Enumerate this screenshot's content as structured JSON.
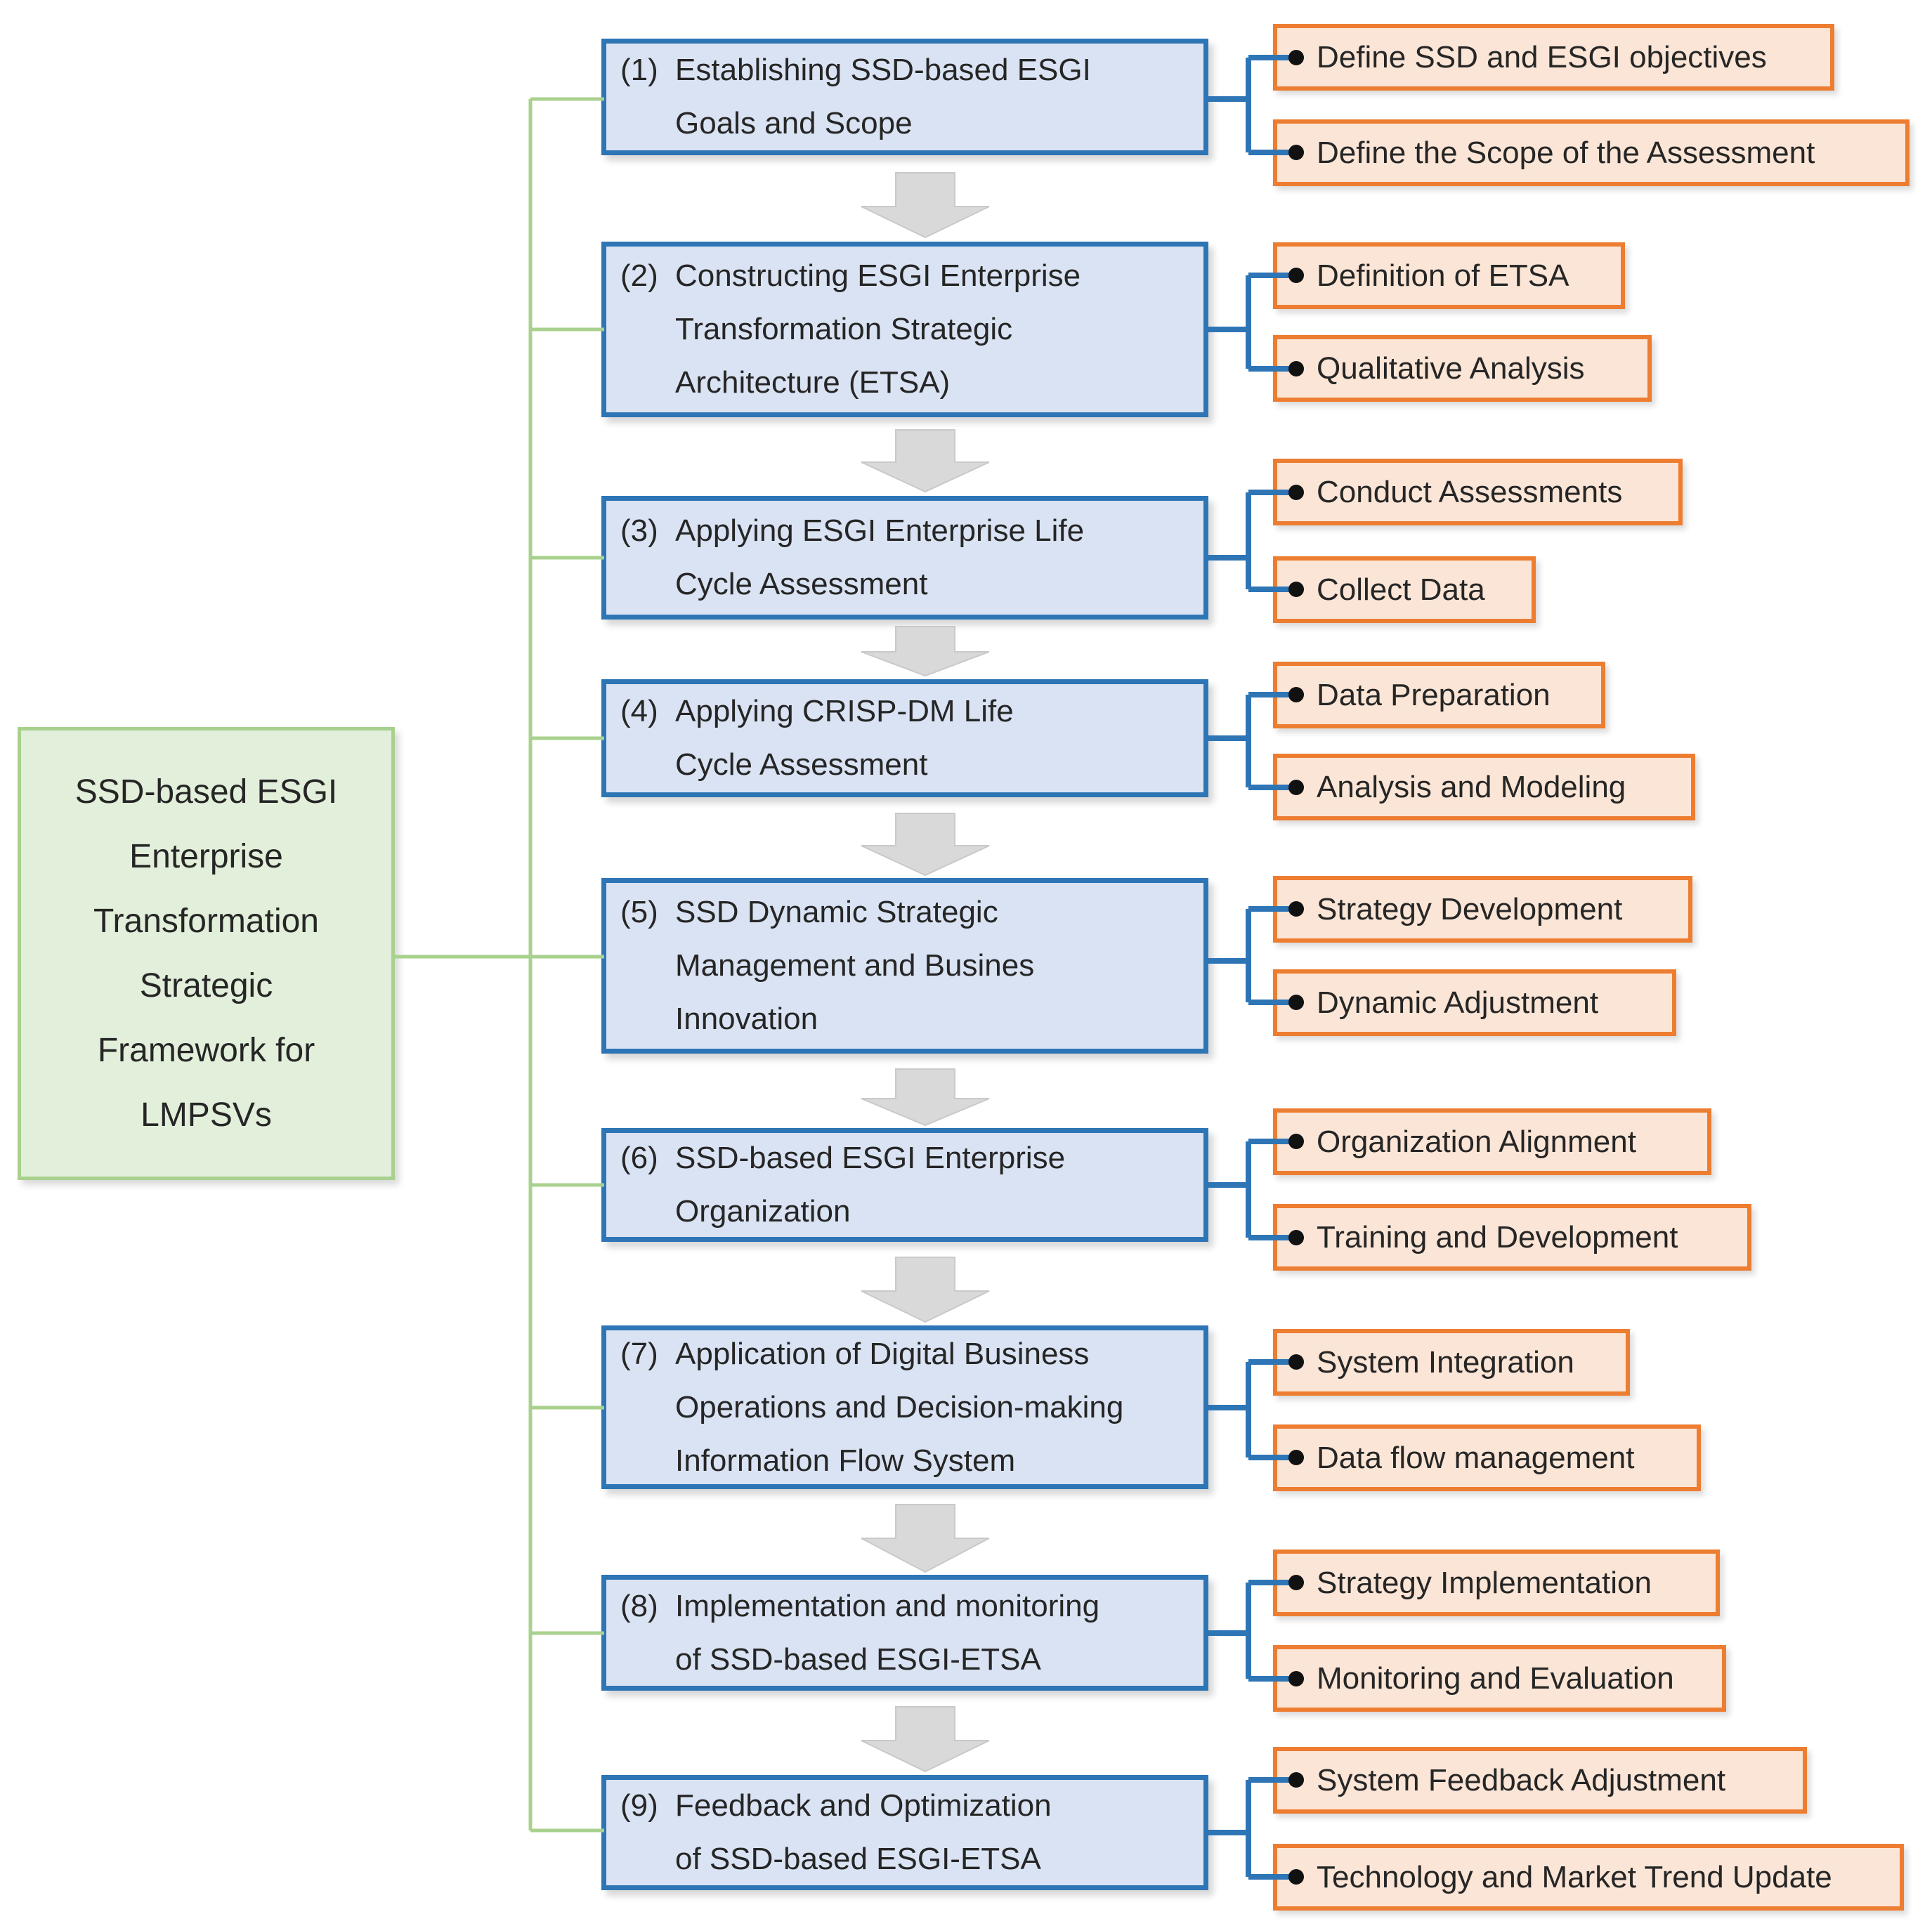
{
  "figure": {
    "root": {
      "label": "SSD-based ESGI\nEnterprise\nTransformation\nStrategic\nFramework for\nLMPSVs"
    },
    "steps": [
      {
        "num": "(1)",
        "label": "Establishing SSD-based ESGI\nGoals and Scope",
        "subs": [
          "Define SSD and ESGI objectives",
          "Define the Scope of the Assessment"
        ]
      },
      {
        "num": "(2)",
        "label": "Constructing ESGI Enterprise\nTransformation Strategic\nArchitecture (ETSA)",
        "subs": [
          "Definition of ETSA",
          "Qualitative Analysis"
        ]
      },
      {
        "num": "(3)",
        "label": "Applying ESGI Enterprise Life\nCycle Assessment",
        "subs": [
          "Conduct Assessments",
          "Collect Data"
        ]
      },
      {
        "num": "(4)",
        "label": "Applying CRISP-DM Life\nCycle Assessment",
        "subs": [
          "Data Preparation",
          "Analysis and Modeling"
        ]
      },
      {
        "num": "(5)",
        "label": "SSD Dynamic Strategic\nManagement and Busines\nInnovation",
        "subs": [
          "Strategy Development",
          "Dynamic Adjustment"
        ]
      },
      {
        "num": "(6)",
        "label": "SSD-based ESGI Enterprise\nOrganization",
        "subs": [
          "Organization Alignment",
          "Training and Development"
        ]
      },
      {
        "num": "(7)",
        "label": "Application of Digital Business\nOperations and Decision-making\nInformation Flow System",
        "subs": [
          "System Integration",
          "Data flow management"
        ]
      },
      {
        "num": "(8)",
        "label": "Implementation and monitoring\nof SSD-based ESGI-ETSA",
        "subs": [
          "Strategy Implementation",
          "Monitoring and Evaluation"
        ]
      },
      {
        "num": "(9)",
        "label": "Feedback and Optimization\nof SSD-based ESGI-ETSA",
        "subs": [
          "System Feedback Adjustment",
          "Technology and Market Trend Update"
        ]
      }
    ],
    "colors": {
      "step_border": "#2e75b6",
      "step_fill": "#dae3f3",
      "sub_border": "#ed7d31",
      "sub_fill": "#fbe5d6",
      "root_border": "#a9d18e",
      "root_fill": "#e2efda",
      "arrow": "#d9d9d9",
      "connector_green": "#a9d18e",
      "connector_blue": "#2e75b6",
      "dot": "#111111"
    }
  }
}
